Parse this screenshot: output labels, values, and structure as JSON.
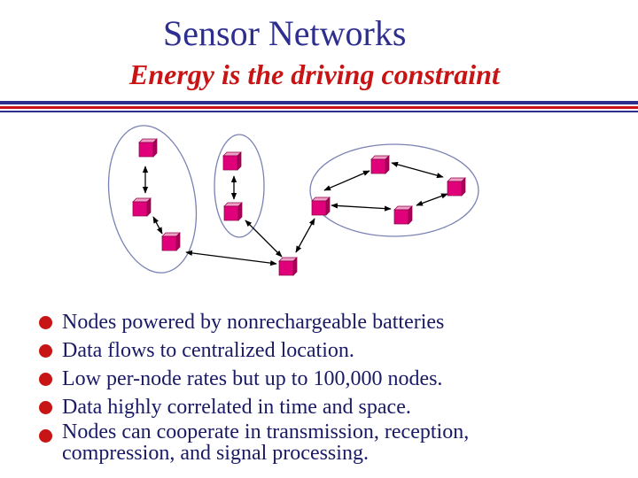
{
  "slide": {
    "title": "Sensor Networks",
    "subtitle": "Energy is the driving constraint"
  },
  "bullets": [
    "Nodes powered by nonrechargeable batteries",
    "Data flows to centralized location.",
    "Low per-node rates but up to 100,000 nodes.",
    "Data highly correlated in time and space.",
    "Nodes can cooperate in transmission, reception,\ncompression, and signal processing."
  ],
  "colors": {
    "title": "#2e2e8f",
    "subtitle": "#c81414",
    "bullet_dot": "#c81414",
    "node_fill": "#e0007a",
    "cluster_outline": "#7a82b4"
  }
}
